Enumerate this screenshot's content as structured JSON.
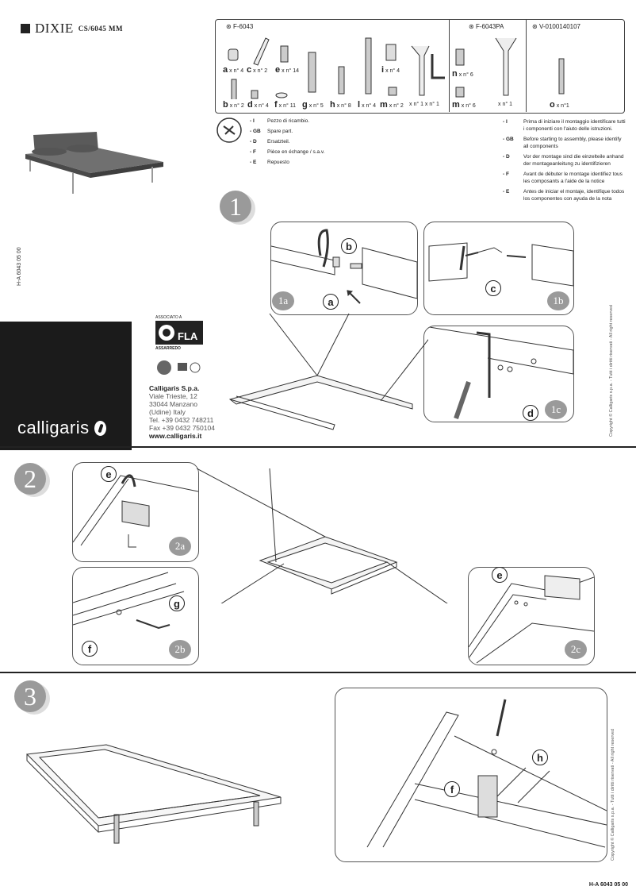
{
  "header": {
    "product": "DIXIE",
    "code": "CS/6045 MM"
  },
  "side_code": "H-A 6043 05 00",
  "association": {
    "top": "ASSOCIATO A",
    "name": "FLA",
    "sub": "ASSARREDO"
  },
  "company": {
    "name": "Calligaris S.p.a.",
    "address": [
      "Viale Trieste, 12",
      "33044 Manzano",
      "(Udine) Italy"
    ],
    "tel": "Tel. +39 0432 748211",
    "fax": "Fax +39 0432 750104",
    "web": "www.calligaris.it",
    "brand": "calligaris"
  },
  "part_codes": [
    "F-6043",
    "F-6043PA",
    "V-0100140107"
  ],
  "parts": [
    {
      "letter": "a",
      "qty": "x n° 4"
    },
    {
      "letter": "c",
      "qty": "x n° 2"
    },
    {
      "letter": "e",
      "qty": "x n° 14"
    },
    {
      "letter": "i",
      "qty": "x n° 4"
    },
    {
      "letter": "b",
      "qty": "x n° 2"
    },
    {
      "letter": "d",
      "qty": "x n° 4"
    },
    {
      "letter": "f",
      "qty": "x n° 11"
    },
    {
      "letter": "g",
      "qty": "x n° 5"
    },
    {
      "letter": "h",
      "qty": "x n° 8"
    },
    {
      "letter": "l",
      "qty": "x n° 4"
    },
    {
      "letter": "m",
      "qty": "x n° 2"
    },
    {
      "letter": "",
      "qty": "x n° 1 x n° 1"
    },
    {
      "letter": "n",
      "qty": "x n° 6"
    },
    {
      "letter": "m",
      "qty": "x n° 6"
    },
    {
      "letter": "",
      "qty": "x n° 1"
    },
    {
      "letter": "o",
      "qty": "x n°1"
    }
  ],
  "legend": [
    {
      "lang": "- I",
      "text": "Pezzo di ricambio."
    },
    {
      "lang": "- GB",
      "text": "Spare part."
    },
    {
      "lang": "- D",
      "text": "Ersatzteil."
    },
    {
      "lang": "- F",
      "text": "Pièce en échange / s.a.v."
    },
    {
      "lang": "- E",
      "text": "Repuesto"
    }
  ],
  "instructions": [
    {
      "lang": "- I",
      "text": "Prima di iniziare il montaggio identificare tutti i componenti con l'aiuto delle istruzioni."
    },
    {
      "lang": "- GB",
      "text": "Before starting to assembly, please identify all components"
    },
    {
      "lang": "- D",
      "text": "Vor der montage sind die einzelteile anhand der montageanleitung zu identifizieren"
    },
    {
      "lang": "- F",
      "text": "Avant de débuter le montage identifiez tous les composants a l'aide de la notice"
    },
    {
      "lang": "- E",
      "text": "Antes de iniciar el montaje, identifique todos los componentes con ayuda de la nota"
    }
  ],
  "steps": {
    "s1": "1",
    "s2": "2",
    "s3": "3",
    "p1a": "1a",
    "p1b": "1b",
    "p1c": "1c",
    "p2a": "2a",
    "p2b": "2b",
    "p2c": "2c"
  },
  "callouts": {
    "a": "a",
    "b": "b",
    "c": "c",
    "d": "d",
    "e": "e",
    "f": "f",
    "g": "g",
    "h": "h"
  },
  "copyright": "Copyright © Calligaris s.p.a. - Tutti i diritti riservati - All right reserved",
  "footer_code": "H-A 6043 05 00"
}
